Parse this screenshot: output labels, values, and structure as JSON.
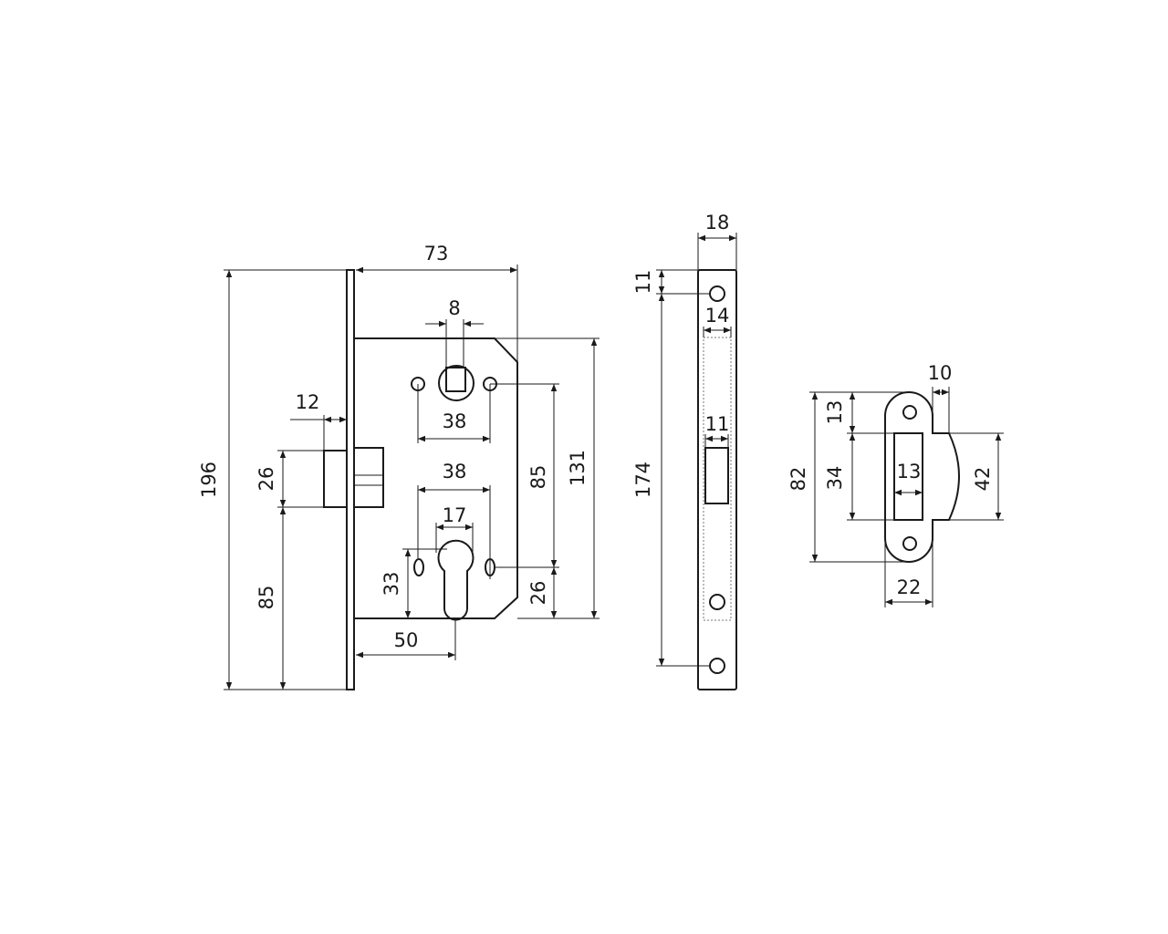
{
  "diagram": {
    "line_color": "#1a1a1a",
    "lock_body": {
      "height_total": "196",
      "body_depth": "73",
      "spindle_square": "8",
      "latch_projection": "12",
      "latch_height": "26",
      "latch_to_bottom": "85",
      "spindle_holes_spacing": "38",
      "cylinder_holes_spacing": "38",
      "cylinder_width": "17",
      "cylinder_height": "33",
      "backset": "50",
      "center_distance": "85",
      "cylinder_to_bottom": "26",
      "body_height": "131"
    },
    "strike_strip": {
      "width": "18",
      "top_hole_offset": "11",
      "hole_spacing": "174",
      "recess_width": "14",
      "latch_opening_width": "11"
    },
    "striker_plate": {
      "lip": "10",
      "height": "82",
      "top_offset": "13",
      "opening_height": "34",
      "opening_width": "13",
      "lip_height": "42",
      "width": "22"
    }
  }
}
